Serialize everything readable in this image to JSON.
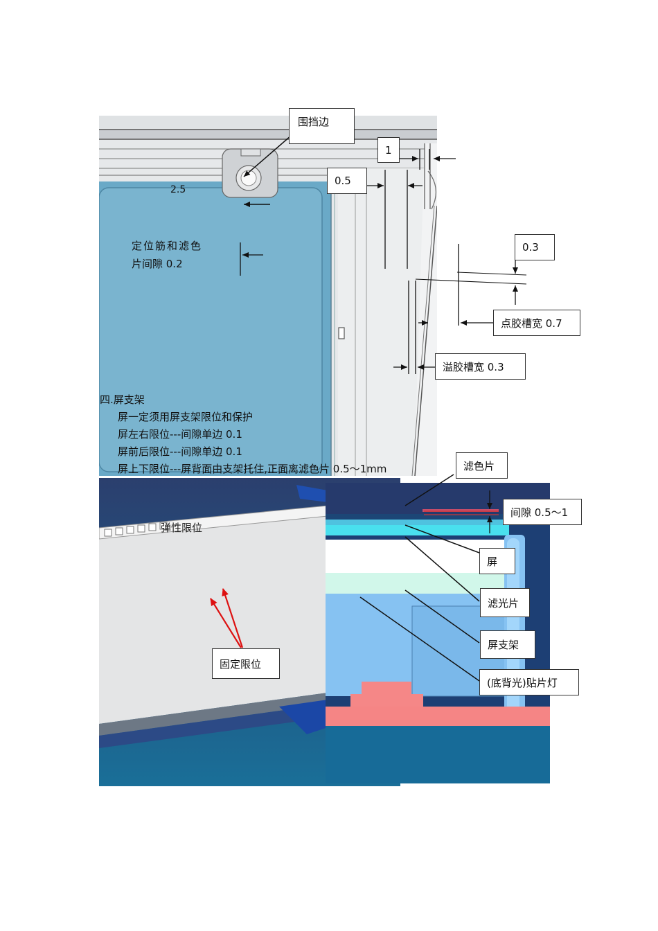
{
  "top_figure": {
    "labels": {
      "enclosure_edge": "围挡边",
      "dim_1": "1",
      "dim_0_5": "0.5",
      "dim_2_5": "2.5",
      "rib_gap_line1": "定位筋和滤色",
      "rib_gap_line2": "片间隙 0.2",
      "dim_0_3": "0.3",
      "glue_groove": "点胶槽宽 0.7",
      "overflow_groove": "溢胶槽宽 0.3"
    }
  },
  "section": {
    "heading": "四.屏支架",
    "lines": [
      "屏一定须用屏支架限位和保护",
      "屏左右限位---间隙单边 0.1",
      "屏前后限位---间隙单边 0.1",
      "屏上下限位---屏背面由支架托住,正面离滤色片 0.5～1mm"
    ]
  },
  "left_figure": {
    "elastic_limit": "弹性限位",
    "fixed_limit": "固定限位"
  },
  "right_figure": {
    "color_filter": "滤色片",
    "gap": "间隙 0.5～1",
    "screen": "屏",
    "filter": "滤光片",
    "bracket": "屏支架",
    "backlight": "(底背光)贴片灯"
  }
}
